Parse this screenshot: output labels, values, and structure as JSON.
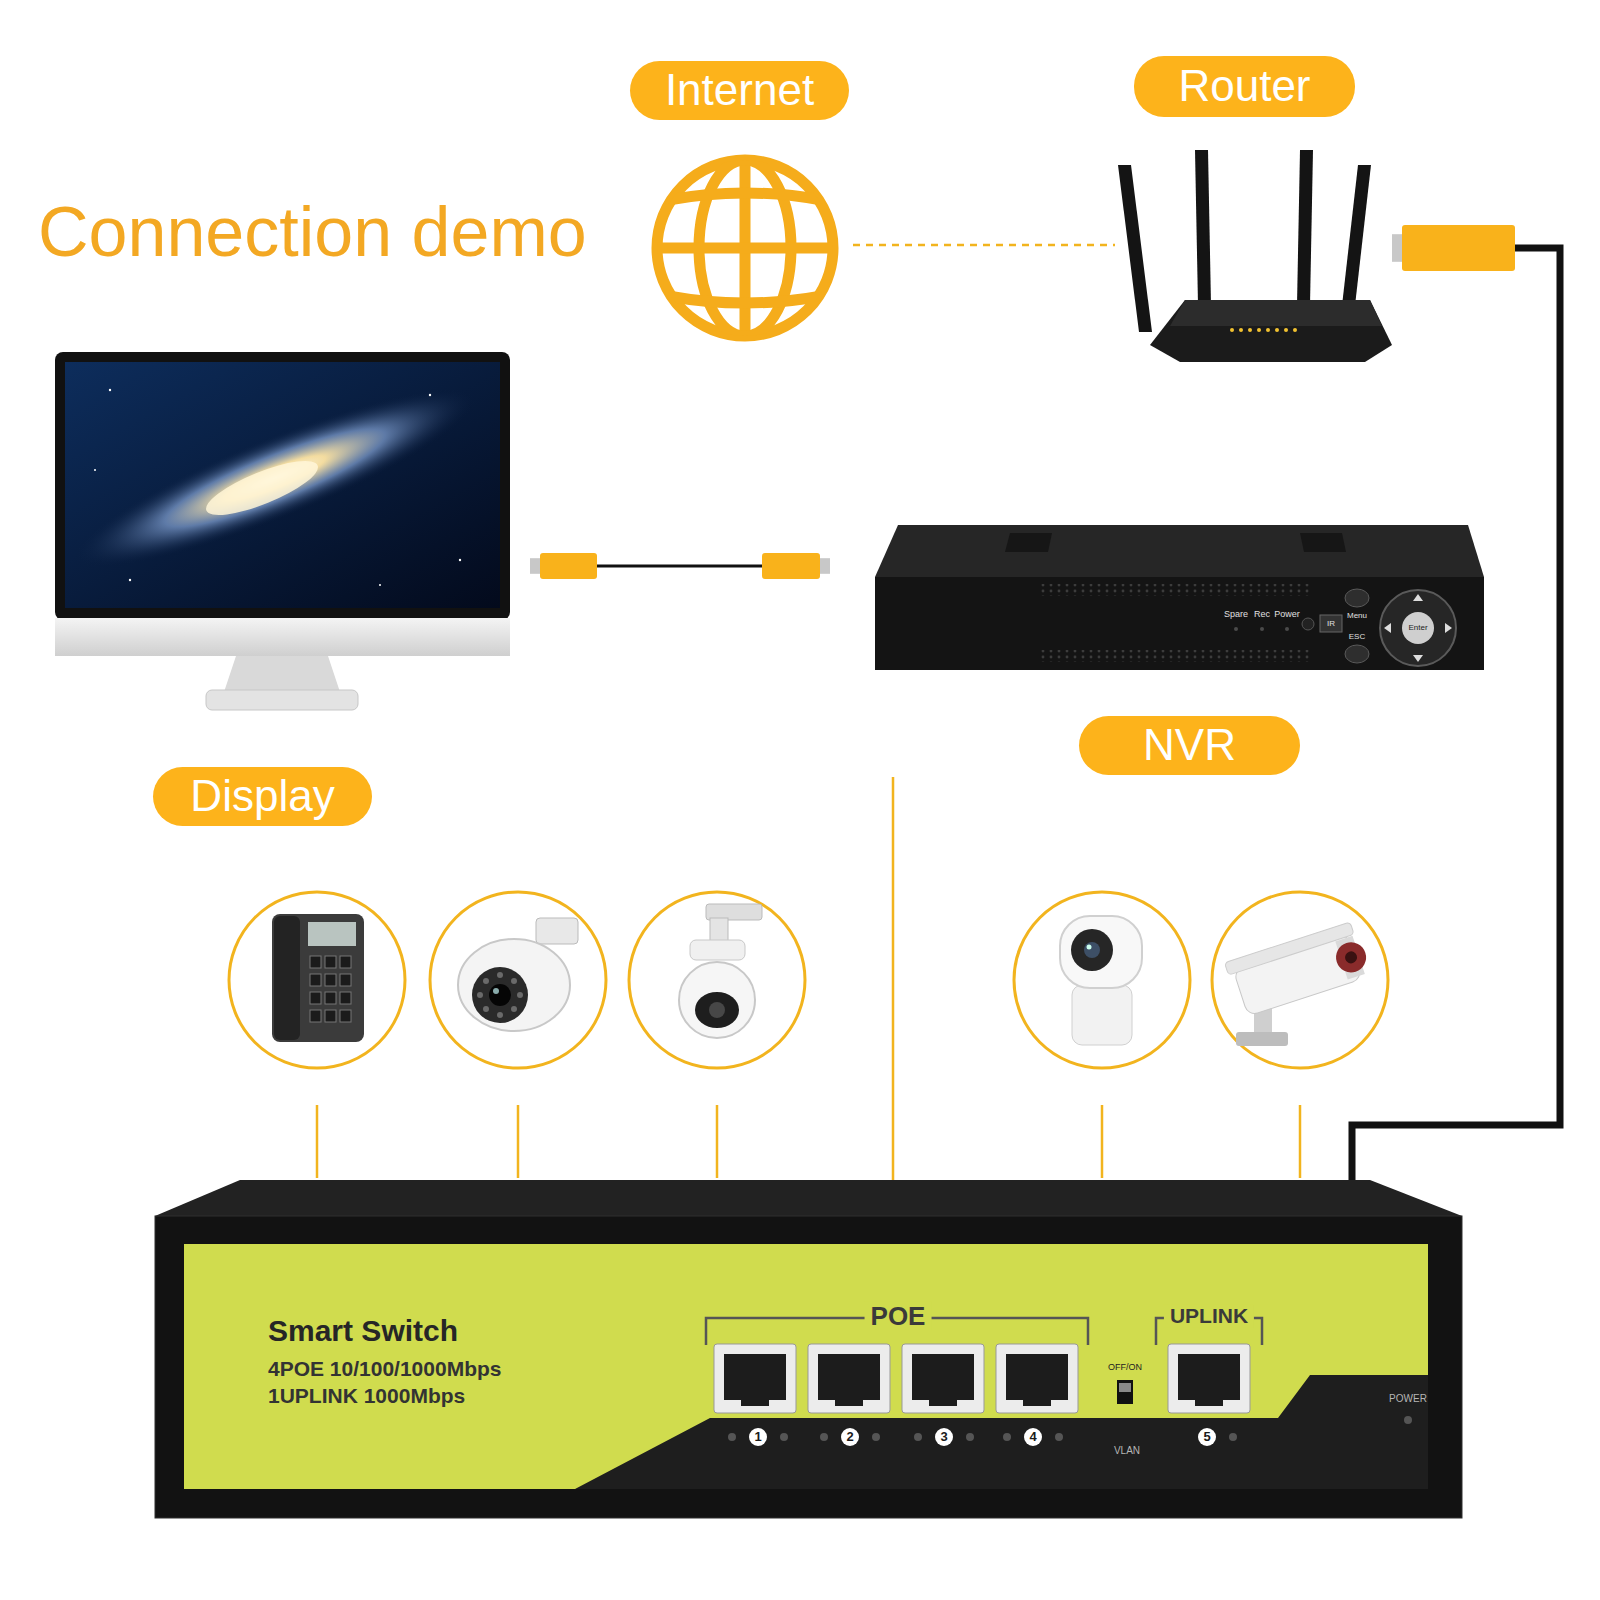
{
  "diagram": {
    "title": "Connection demo",
    "nodes": [
      {
        "text": [
          "Internet"
        ]
      },
      {
        "text": [
          "Router"
        ]
      },
      {
        "text": [
          "Display"
        ]
      },
      {
        "text": [
          "NVR"
        ]
      },
      {
        "text": [
          "Smart Switch",
          "4POE 10/100/1000Mbps",
          "1UPLINK 1000Mbps"
        ]
      }
    ],
    "edges": [
      {
        "from": 0,
        "to": 1,
        "arrow": "none"
      },
      {
        "from": 2,
        "to": 3,
        "arrow": "none"
      },
      {
        "from": 1,
        "to": 4,
        "arrow": "none"
      },
      {
        "from": 3,
        "to": 4,
        "arrow": "none"
      }
    ],
    "labels": [
      "POE",
      "UPLINK",
      "1",
      "2",
      "3",
      "4",
      "5",
      "OFF/ON",
      "VLAN",
      "POWER",
      "Spare",
      "Rec",
      "Power",
      "IR",
      "Menu",
      "ESC",
      "Enter"
    ]
  }
}
